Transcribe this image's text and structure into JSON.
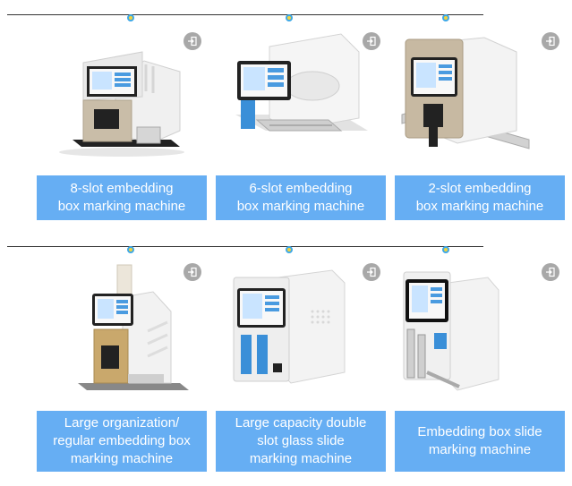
{
  "products": [
    {
      "label": "8-slot embedding\nbox marking machine",
      "icon": "enter-icon"
    },
    {
      "label": "6-slot embedding\nbox marking machine",
      "icon": "enter-icon"
    },
    {
      "label": "2-slot embedding\nbox marking machine",
      "icon": "enter-icon"
    },
    {
      "label": "Large organization/\nregular embedding box\nmarking machine",
      "icon": "enter-icon"
    },
    {
      "label": "Large capacity double\nslot glass slide\nmarking machine",
      "icon": "enter-icon"
    },
    {
      "label": "Embedding box slide\nmarking machine",
      "icon": "enter-icon"
    }
  ],
  "colors": {
    "label_bg": "#66aef3",
    "dot_fill": "#f2d23c",
    "dot_ring": "#3ea8e6",
    "icon_bg": "#a8a8a8"
  }
}
